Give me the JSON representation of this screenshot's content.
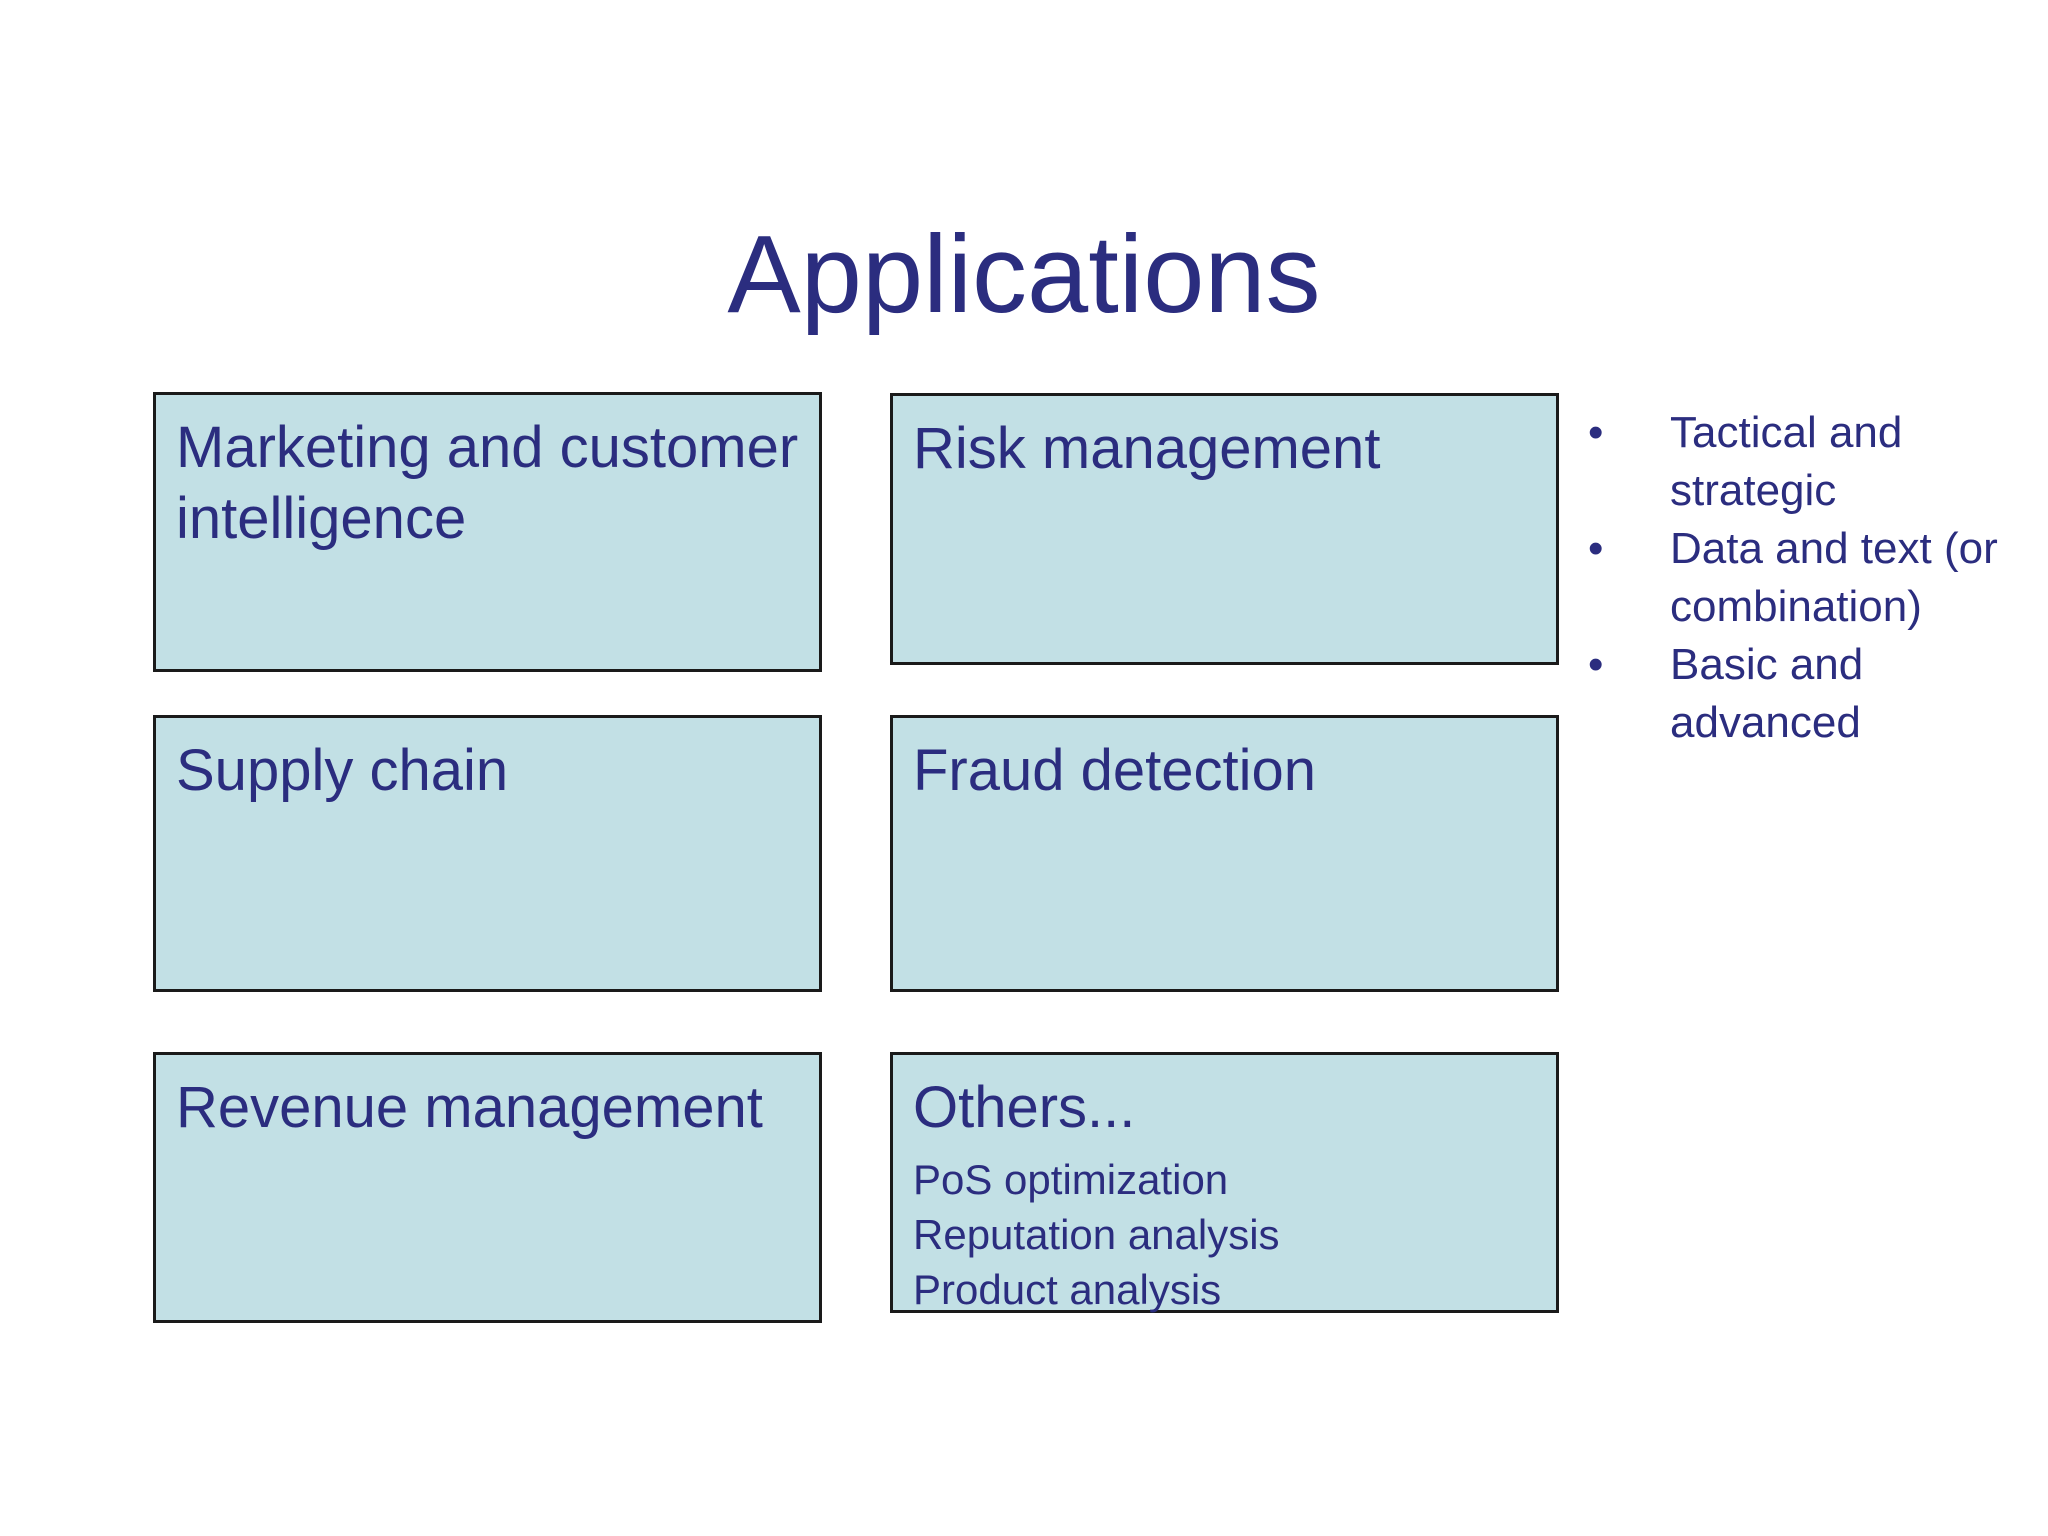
{
  "slide": {
    "title": "Applications",
    "boxes": [
      {
        "label": "Marketing and customer intelligence"
      },
      {
        "label": "Risk management"
      },
      {
        "label": "Supply chain"
      },
      {
        "label": "Fraud detection"
      },
      {
        "label": "Revenue management"
      },
      {
        "label": "Others...",
        "sublines": [
          "PoS optimization",
          "Reputation analysis",
          "Product analysis"
        ]
      }
    ],
    "bullets": [
      "Tactical and strategic",
      "Data and text (or combination)",
      "Basic and advanced"
    ],
    "colors": {
      "text": "#2B2D7F",
      "box_fill": "#C2E0E5",
      "box_border": "#1A1A1A",
      "background": "#FFFFFF"
    }
  }
}
